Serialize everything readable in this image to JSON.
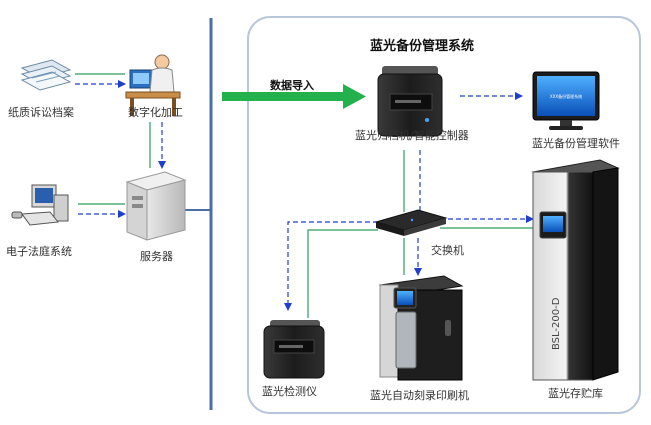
{
  "title": "蓝光备份管理系统",
  "import_label": "数据导入",
  "nodes": {
    "paper_files": "纸质诉讼档案",
    "digitize": "数字化加工",
    "ecourt": "电子法庭系统",
    "server": "服务器",
    "archive_controller": "蓝光归档机/智能控制器",
    "backup_software": "蓝光备份管理软件",
    "switch": "交换机",
    "detector": "蓝光检测仪",
    "printer": "蓝光自动刻录印刷机",
    "storage": "蓝光存贮库"
  },
  "storage_model": "BSL-200-D",
  "monitor_caption": "XXX备份管理系统",
  "colors": {
    "green_line": "#2e9e5a",
    "blue_dash": "#1f3fd0",
    "divider": "#4a6fa5",
    "arrow": "#22b14c"
  }
}
